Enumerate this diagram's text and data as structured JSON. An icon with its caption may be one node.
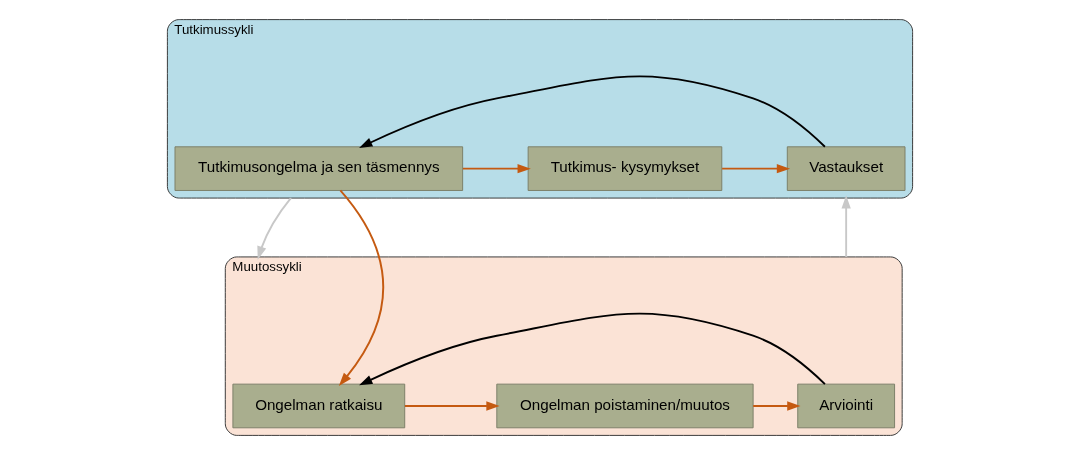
{
  "diagram": {
    "nodes": [
      {
        "text": [
          "Tutkimussykli"
        ]
      },
      {
        "text": [
          "Tutkimusongelma ja sen täsmennys"
        ],
        "in": 0
      },
      {
        "text": [
          "Tutkimus- kysymykset"
        ],
        "in": 0
      },
      {
        "text": [
          "Vastaukset"
        ],
        "in": 0
      },
      {
        "text": [
          "Muutossykli"
        ]
      },
      {
        "text": [
          "Ongelman ratkaisu"
        ],
        "in": 4
      },
      {
        "text": [
          "Ongelman poistaminen/muutos"
        ],
        "in": 4
      },
      {
        "text": [
          "Arviointi"
        ],
        "in": 4
      }
    ],
    "edges": [
      {
        "from": 1,
        "to": 2,
        "arrow": "to"
      },
      {
        "from": 2,
        "to": 3,
        "arrow": "to"
      },
      {
        "from": 3,
        "to": 1,
        "arrow": "to",
        "color": "#000000"
      },
      {
        "from": 1,
        "to": 5,
        "arrow": "to"
      },
      {
        "from": 5,
        "to": 6,
        "arrow": "to"
      },
      {
        "from": 6,
        "to": 7,
        "arrow": "to"
      },
      {
        "from": 7,
        "to": 5,
        "arrow": "to",
        "color": "#000000"
      },
      {
        "from": 4,
        "to": 0,
        "arrow": "to",
        "color": "#c8c8c8"
      },
      {
        "from": 0,
        "to": 4,
        "arrow": "to",
        "color": "#c8c8c8"
      }
    ]
  }
}
